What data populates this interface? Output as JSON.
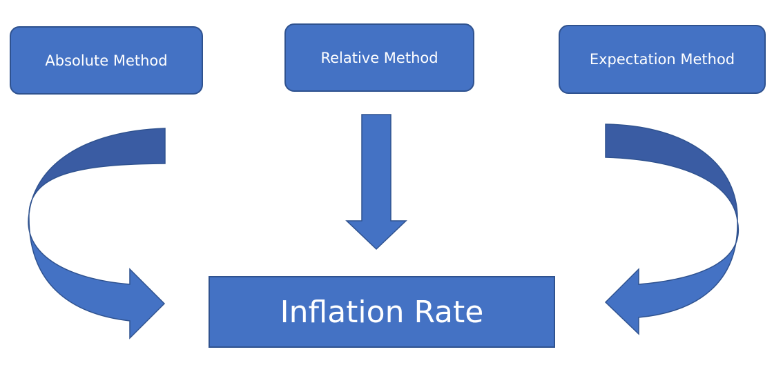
{
  "diagram": {
    "methods": [
      {
        "id": "absolute",
        "label": "Absolute Method"
      },
      {
        "id": "relative",
        "label": "Relative Method"
      },
      {
        "id": "expectation",
        "label": "Expectation Method"
      }
    ],
    "result": {
      "label": "Inflation Rate"
    },
    "colors": {
      "box_fill": "#4472c4",
      "box_border": "#2f528f",
      "arrow_fill": "#4472c4",
      "arrow_shadow": "#3a5ca3",
      "text": "#ffffff"
    }
  }
}
